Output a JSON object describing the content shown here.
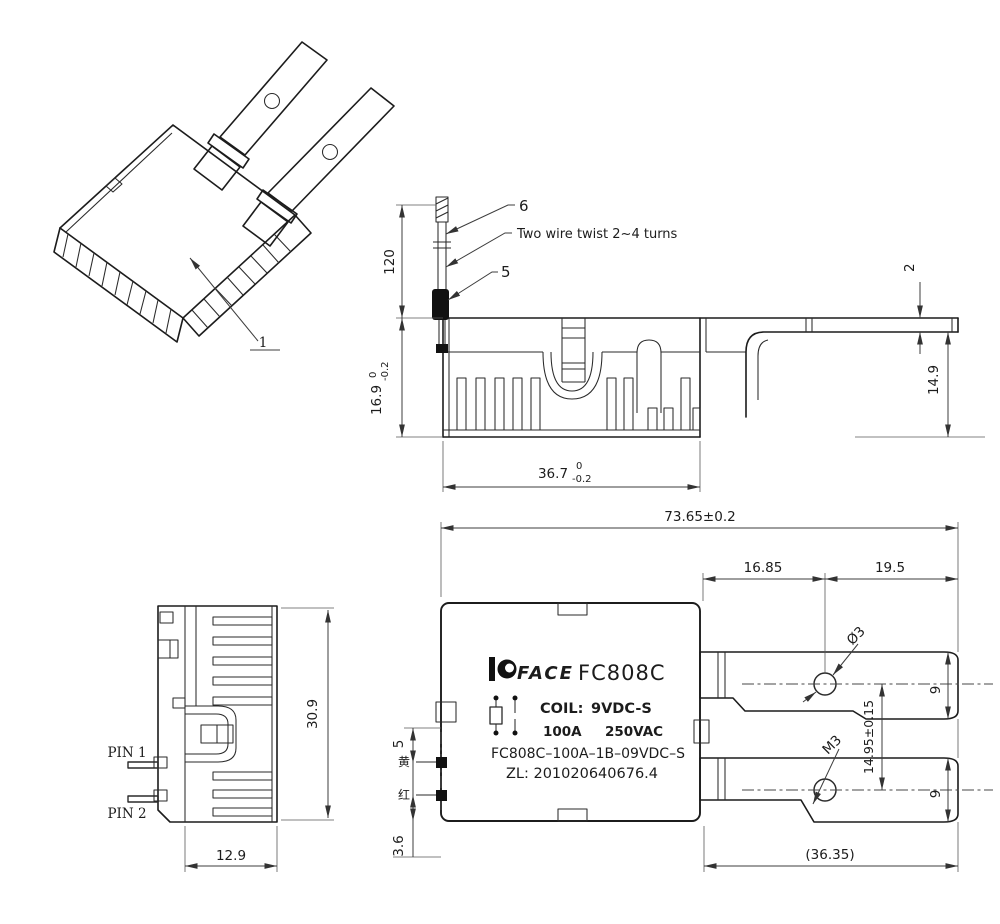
{
  "views": {
    "iso": {
      "callout_1": "1"
    },
    "side": {
      "callout_6": "6",
      "callout_5": "5",
      "twist_note": "Two wire twist 2~4 turns",
      "dim_wire_length": "120",
      "dim_height": "16.9",
      "dim_height_tol_upper": "0",
      "dim_height_tol_lower": "-0.2",
      "dim_width": "36.7",
      "dim_width_tol_upper": "0",
      "dim_width_tol_lower": "-0.2",
      "dim_blade_thickness": "2",
      "dim_blade_drop": "14.9"
    },
    "front": {
      "pin1_label": "PIN 1",
      "pin2_label": "PIN 2",
      "dim_height": "30.9",
      "dim_width": "12.9"
    },
    "top": {
      "dim_overall_length": "73.65±0.2",
      "dim_hole_from_body": "16.85",
      "dim_hole_to_tip": "19.5",
      "dim_hole_top": "Ø3",
      "dim_hole_bottom": "M3",
      "dim_blade_pitch": "14.95±0.15",
      "dim_blade_width_top": "9",
      "dim_blade_width_bottom": "9",
      "dim_wire_spacing": "5",
      "dim_wire_offset": "3.6",
      "dim_ref_length": "(36.35)",
      "wire_yellow": "黄",
      "wire_red": "红",
      "nameplate": {
        "brand": "FACE",
        "model": "FC808C",
        "coil_label": "COIL:",
        "coil_value": "9VDC-S",
        "current_rating": "100A",
        "voltage_rating": "250VAC",
        "part_number": "FC808C–100A–1B–09VDC–S",
        "patent_number": "ZL: 201020640676.4"
      }
    }
  }
}
